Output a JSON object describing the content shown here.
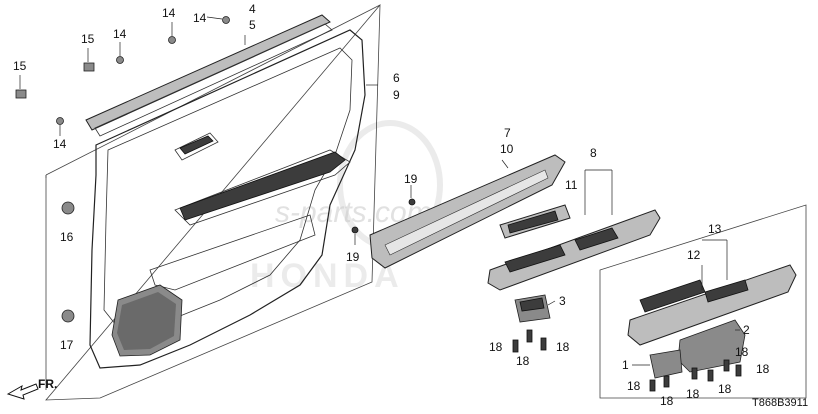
{
  "labels": {
    "l4": "4",
    "l5": "5",
    "l6": "6",
    "l9": "9",
    "l7": "7",
    "l10": "10",
    "l8": "8",
    "l11": "11",
    "l13": "13",
    "l12": "12",
    "l2": "2",
    "l3": "3",
    "l1": "1",
    "l14a": "14",
    "l14b": "14",
    "l14c": "14",
    "l14d": "14",
    "l15a": "15",
    "l15b": "15",
    "l16": "16",
    "l17": "17",
    "l19a": "19",
    "l19b": "19",
    "l18a": "18",
    "l18b": "18",
    "l18c": "18",
    "l18d": "18",
    "l18e": "18",
    "l18f": "18",
    "l18g": "18",
    "l18h": "18",
    "l18i": "18"
  },
  "direction": "FR.",
  "reference_code": "T868B3911",
  "watermark": "s-parts.com.vn",
  "watermark_brand": "HONDA"
}
